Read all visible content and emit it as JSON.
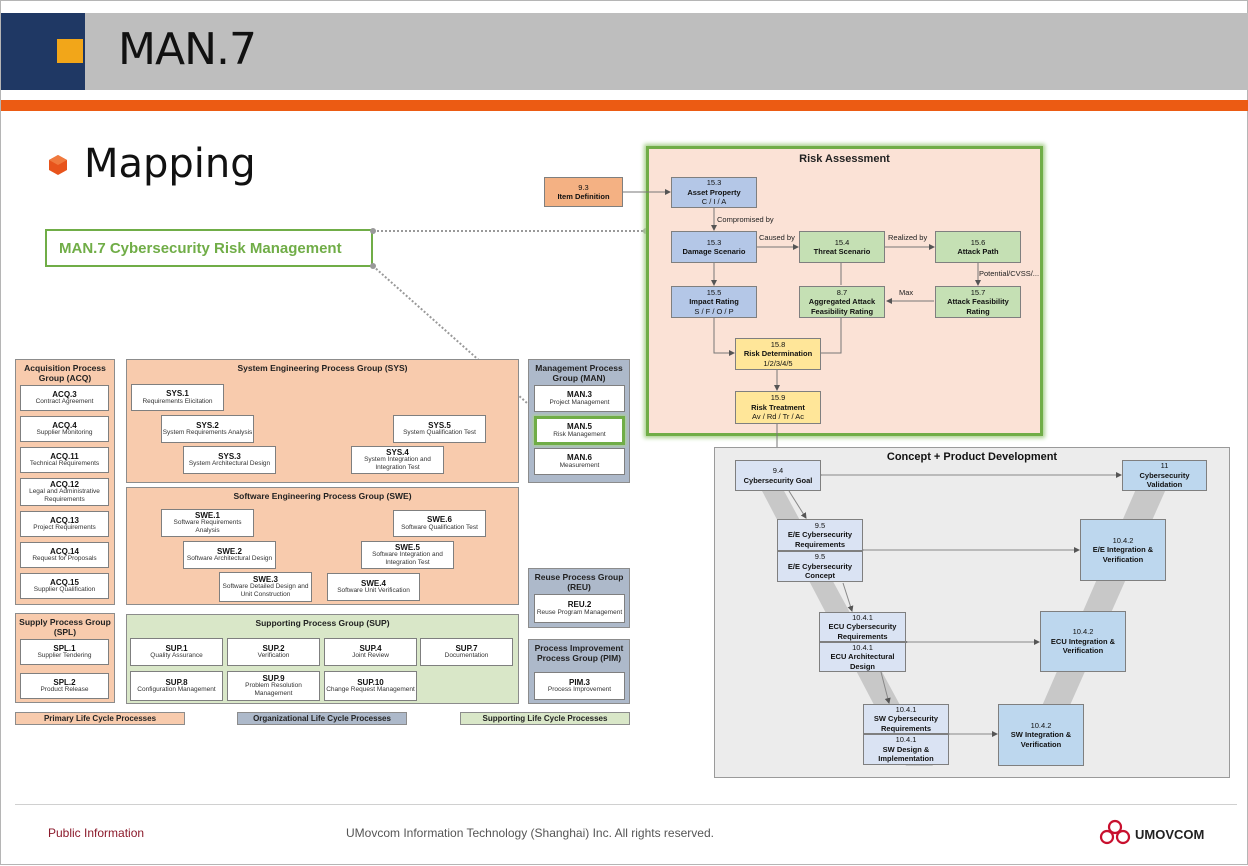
{
  "header": {
    "title": "MAN.7"
  },
  "section": {
    "title": "Mapping"
  },
  "man7_label": "MAN.7 Cybersecurity Risk Management",
  "acq": {
    "title": "Acquisition Process Group (ACQ)",
    "items": [
      {
        "id": "ACQ.3",
        "name": "Contract Agreement"
      },
      {
        "id": "ACQ.4",
        "name": "Supplier Monitoring"
      },
      {
        "id": "ACQ.11",
        "name": "Technical Requirements"
      },
      {
        "id": "ACQ.12",
        "name": "Legal and Administrative Requirements"
      },
      {
        "id": "ACQ.13",
        "name": "Project Requirements"
      },
      {
        "id": "ACQ.14",
        "name": "Request for Proposals"
      },
      {
        "id": "ACQ.15",
        "name": "Supplier Qualification"
      }
    ]
  },
  "spl": {
    "title": "Supply Process Group (SPL)",
    "items": [
      {
        "id": "SPL.1",
        "name": "Supplier Tendering"
      },
      {
        "id": "SPL.2",
        "name": "Product Release"
      }
    ]
  },
  "sys": {
    "title": "System Engineering Process Group (SYS)",
    "items": [
      {
        "id": "SYS.1",
        "name": "Requirements Elicitation"
      },
      {
        "id": "SYS.2",
        "name": "System Requirements Analysis"
      },
      {
        "id": "SYS.3",
        "name": "System Architectural Design"
      },
      {
        "id": "SYS.4",
        "name": "System Integration and Integration Test"
      },
      {
        "id": "SYS.5",
        "name": "System Qualification Test"
      }
    ]
  },
  "swe": {
    "title": "Software Engineering Process Group (SWE)",
    "items": [
      {
        "id": "SWE.1",
        "name": "Software Requirements Analysis"
      },
      {
        "id": "SWE.2",
        "name": "Software Architectural Design"
      },
      {
        "id": "SWE.3",
        "name": "Software Detailed Design and Unit Construction"
      },
      {
        "id": "SWE.4",
        "name": "Software Unit Verification"
      },
      {
        "id": "SWE.5",
        "name": "Software Integration and Integration Test"
      },
      {
        "id": "SWE.6",
        "name": "Software Qualification Test"
      }
    ]
  },
  "sup": {
    "title": "Supporting Process Group (SUP)",
    "items": [
      {
        "id": "SUP.1",
        "name": "Quality Assurance"
      },
      {
        "id": "SUP.2",
        "name": "Verification"
      },
      {
        "id": "SUP.4",
        "name": "Joint Review"
      },
      {
        "id": "SUP.7",
        "name": "Documentation"
      },
      {
        "id": "SUP.8",
        "name": "Configuration Management"
      },
      {
        "id": "SUP.9",
        "name": "Problem Resolution Management"
      },
      {
        "id": "SUP.10",
        "name": "Change Request Management"
      }
    ]
  },
  "man": {
    "title": "Management Process Group (MAN)",
    "items": [
      {
        "id": "MAN.3",
        "name": "Project Management"
      },
      {
        "id": "MAN.5",
        "name": "Risk Management"
      },
      {
        "id": "MAN.6",
        "name": "Measurement"
      }
    ]
  },
  "reu": {
    "title": "Reuse Process Group (REU)",
    "items": [
      {
        "id": "REU.2",
        "name": "Reuse Program Management"
      }
    ]
  },
  "pim": {
    "title": "Process Improvement Process Group (PIM)",
    "items": [
      {
        "id": "PIM.3",
        "name": "Process Improvement"
      }
    ]
  },
  "legend": {
    "primary": "Primary Life Cycle Processes",
    "organizational": "Organizational Life Cycle Processes",
    "supporting": "Supporting Life Cycle Processes"
  },
  "risk": {
    "title": "Risk Assessment",
    "item_def": {
      "num": "9.3",
      "name": "Item Definition"
    },
    "asset": {
      "num": "15.3",
      "name": "Asset Property",
      "sub": "C / I / A"
    },
    "damage": {
      "num": "15.3",
      "name": "Damage Scenario"
    },
    "threat": {
      "num": "15.4",
      "name": "Threat Scenario"
    },
    "attack_path": {
      "num": "15.6",
      "name": "Attack Path"
    },
    "impact": {
      "num": "15.5",
      "name": "Impact Rating",
      "sub": "S / F / O / P"
    },
    "agg": {
      "num": "8.7",
      "name": "Aggregated Attack Feasibility Rating"
    },
    "feas": {
      "num": "15.7",
      "name": "Attack Feasibility Rating"
    },
    "det": {
      "num": "15.8",
      "name": "Risk Determination",
      "sub": "1/2/3/4/5"
    },
    "treat": {
      "num": "15.9",
      "name": "Risk Treatment",
      "sub": "Av / Rd / Tr / Ac"
    },
    "labels": {
      "compromised": "Compromised by",
      "caused": "Caused by",
      "realized": "Realized by",
      "potential": "Potential/CVSS/...",
      "max": "Max"
    }
  },
  "concept": {
    "title": "Concept + Product Development",
    "goal": {
      "num": "9.4",
      "name": "Cybersecurity Goal"
    },
    "validation": {
      "num": "11",
      "name": "Cybersecurity Validation"
    },
    "ee_req": {
      "num": "9.5",
      "name": "E/E Cybersecurity Requirements"
    },
    "ee_concept": {
      "num": "9.5",
      "name": "E/E Cybersecurity Concept"
    },
    "ee_int": {
      "num": "10.4.2",
      "name": "E/E Integration & Verification"
    },
    "ecu_req": {
      "num": "10.4.1",
      "name": "ECU Cybersecurity Requirements"
    },
    "ecu_arch": {
      "num": "10.4.1",
      "name": "ECU Architectural Design"
    },
    "ecu_int": {
      "num": "10.4.2",
      "name": "ECU Integration & Verification"
    },
    "sw_req": {
      "num": "10.4.1",
      "name": "SW Cybersecurity Requirements"
    },
    "sw_design": {
      "num": "10.4.1",
      "name": "SW Design & Implementation"
    },
    "sw_int": {
      "num": "10.4.2",
      "name": "SW Integration & Verification"
    }
  },
  "footer": {
    "left": "Public Information",
    "center": "UMovcom Information Technology (Shanghai) Inc. All rights reserved.",
    "logo": "UMOVCOM"
  },
  "colors": {
    "accent_orange": "#ec5b13",
    "highlight_green": "#70ad47",
    "header_navy": "#1f3864",
    "header_gold": "#f2a619"
  }
}
